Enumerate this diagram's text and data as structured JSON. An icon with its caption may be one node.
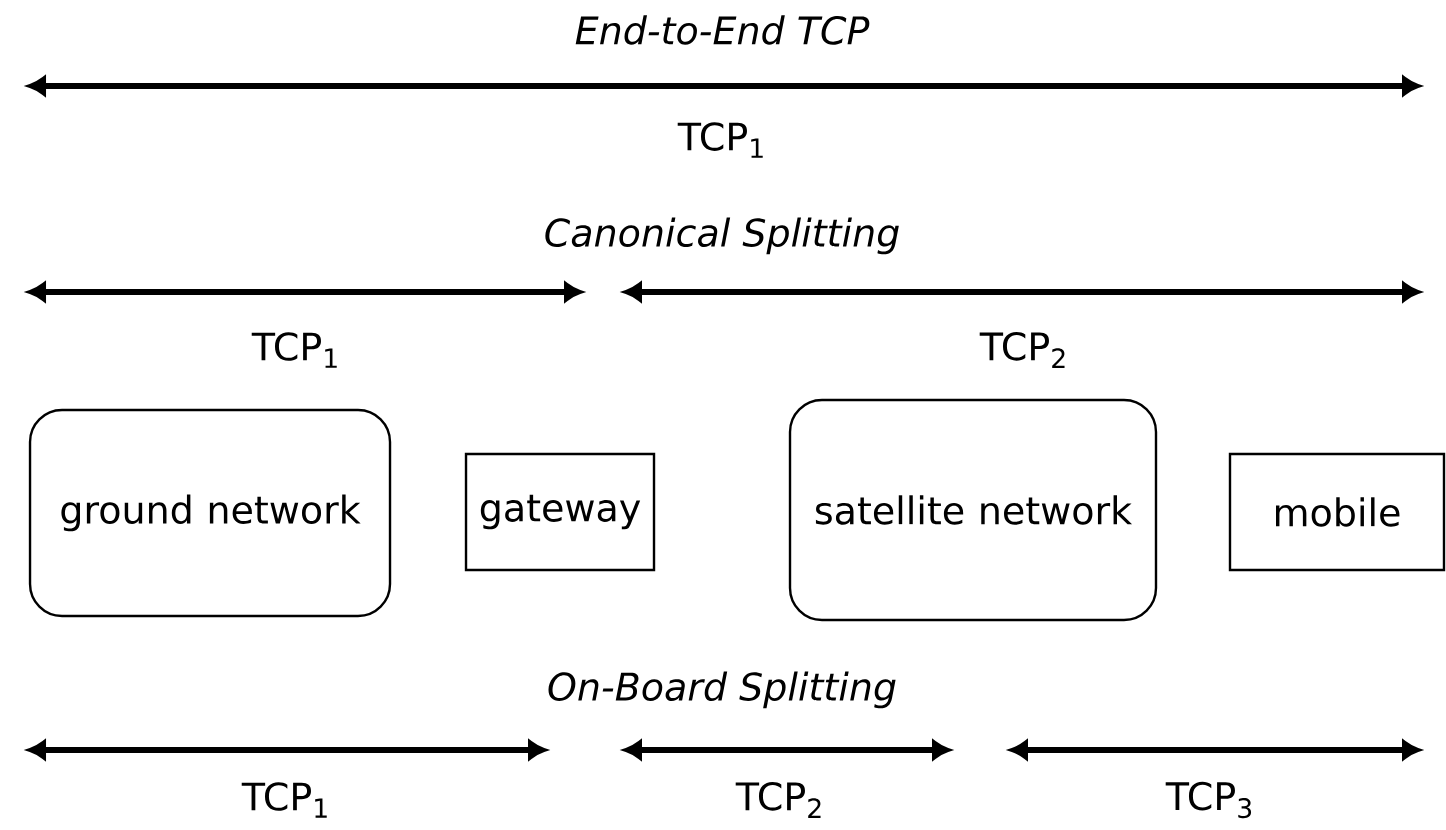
{
  "diagram": {
    "nodes": [
      {
        "text": [
          "ground network"
        ]
      },
      {
        "text": [
          "gateway"
        ]
      },
      {
        "text": [
          "satellite network"
        ]
      },
      {
        "text": [
          "mobile"
        ]
      }
    ],
    "labels": [
      "End-to-End TCP",
      "TCP$_{1}$",
      "Canonical Splitting",
      "TCP$_{1}$",
      "TCP$_{2}$",
      "On-Board Splitting",
      "TCP$_{1}$",
      "TCP$_{2}$",
      "TCP$_{3}$"
    ]
  }
}
